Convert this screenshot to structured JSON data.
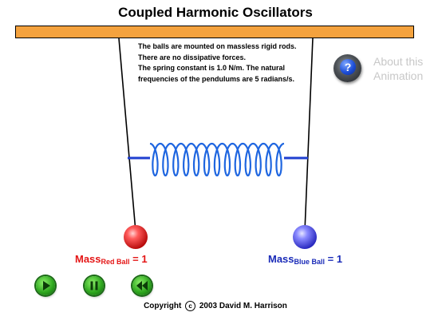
{
  "title": "Coupled Harmonic Oscillators",
  "notes": [
    "The balls are mounted on massless rigid rods.",
    "There are no dissipative forces.",
    "The spring constant is 1.0 N/m. The natural",
    "frequencies of the pendulums are 5 radians/s."
  ],
  "about": {
    "line1": "About this",
    "line2": "Animation",
    "icon_glyph": "?",
    "icon": "help-icon"
  },
  "masses": {
    "red": {
      "prefix": "Mass",
      "subscript": "Red Ball",
      "value": "= 1",
      "color": "#e41616"
    },
    "blue": {
      "prefix": "Mass",
      "subscript": "Blue Ball",
      "value": "= 1",
      "color": "#1a2bb8"
    }
  },
  "controls": [
    {
      "name": "play",
      "icon": "play-icon"
    },
    {
      "name": "pause",
      "icon": "pause-icon"
    },
    {
      "name": "rewind",
      "icon": "rewind-icon"
    }
  ],
  "colors": {
    "beam": "#f4a23e",
    "spring": "#1f66e0",
    "red_ball": "#e41616",
    "blue_ball": "#1a2bb8",
    "control": "#2fa81f"
  },
  "copyright": {
    "prefix": "Copyright",
    "symbol": "c",
    "suffix": "2003 David M. Harrison"
  }
}
